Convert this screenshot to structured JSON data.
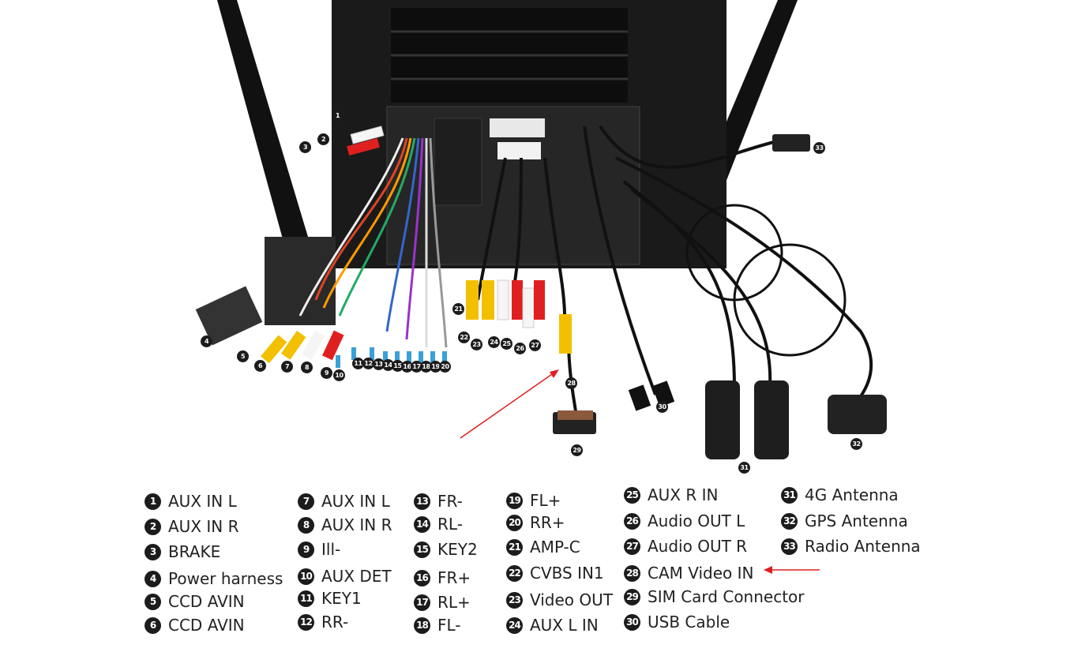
{
  "legend": [
    {
      "n": "1",
      "label": "AUX IN L"
    },
    {
      "n": "2",
      "label": "AUX IN R"
    },
    {
      "n": "3",
      "label": "BRAKE"
    },
    {
      "n": "4",
      "label": "Power harness"
    },
    {
      "n": "5",
      "label": "CCD AVIN"
    },
    {
      "n": "6",
      "label": "CCD AVIN"
    },
    {
      "n": "7",
      "label": "AUX IN L"
    },
    {
      "n": "8",
      "label": "AUX IN R"
    },
    {
      "n": "9",
      "label": "Ill-"
    },
    {
      "n": "10",
      "label": "AUX DET"
    },
    {
      "n": "11",
      "label": "KEY1"
    },
    {
      "n": "12",
      "label": "RR-"
    },
    {
      "n": "13",
      "label": "FR-"
    },
    {
      "n": "14",
      "label": "RL-"
    },
    {
      "n": "15",
      "label": "KEY2"
    },
    {
      "n": "16",
      "label": "FR+"
    },
    {
      "n": "17",
      "label": "RL+"
    },
    {
      "n": "18",
      "label": "FL-"
    },
    {
      "n": "19",
      "label": "FL+"
    },
    {
      "n": "20",
      "label": "RR+"
    },
    {
      "n": "21",
      "label": "AMP-C"
    },
    {
      "n": "22",
      "label": "CVBS IN1"
    },
    {
      "n": "23",
      "label": "Video OUT"
    },
    {
      "n": "24",
      "label": "AUX L IN"
    },
    {
      "n": "25",
      "label": "AUX R IN"
    },
    {
      "n": "26",
      "label": "Audio OUT L"
    },
    {
      "n": "27",
      "label": "Audio OUT R"
    },
    {
      "n": "28",
      "label": "CAM Video IN"
    },
    {
      "n": "29",
      "label": "SIM Card Connector"
    },
    {
      "n": "30",
      "label": "USB Cable"
    },
    {
      "n": "31",
      "label": "4G Antenna"
    },
    {
      "n": "32",
      "label": "GPS Antenna"
    },
    {
      "n": "33",
      "label": "Radio Antenna"
    }
  ],
  "photo_pins": [
    "1",
    "2",
    "3",
    "4",
    "5",
    "6",
    "7",
    "8",
    "9",
    "10",
    "11",
    "12",
    "13",
    "14",
    "15",
    "16",
    "17",
    "18",
    "19",
    "20",
    "21",
    "22",
    "23",
    "24",
    "25",
    "26",
    "27",
    "28",
    "29",
    "30",
    "31",
    "32",
    "33"
  ],
  "colors": {
    "badge": "#1c1c1c",
    "arrow": "#e01e1e"
  }
}
